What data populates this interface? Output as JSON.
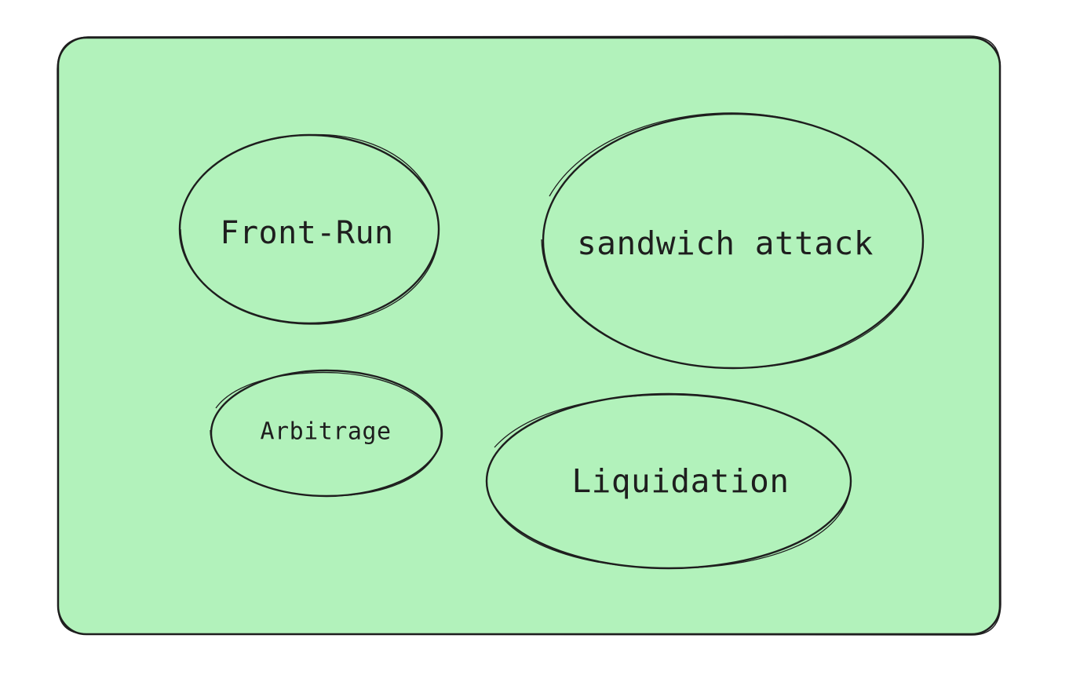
{
  "board": {
    "fill_color": "#b2f2bb",
    "stroke_color": "#1e1e1e"
  },
  "nodes": [
    {
      "id": "front-run",
      "label": "Front-Run"
    },
    {
      "id": "sandwich-attack",
      "label": "sandwich attack"
    },
    {
      "id": "arbitrage",
      "label": "Arbitrage"
    },
    {
      "id": "liquidation",
      "label": "Liquidation"
    }
  ]
}
